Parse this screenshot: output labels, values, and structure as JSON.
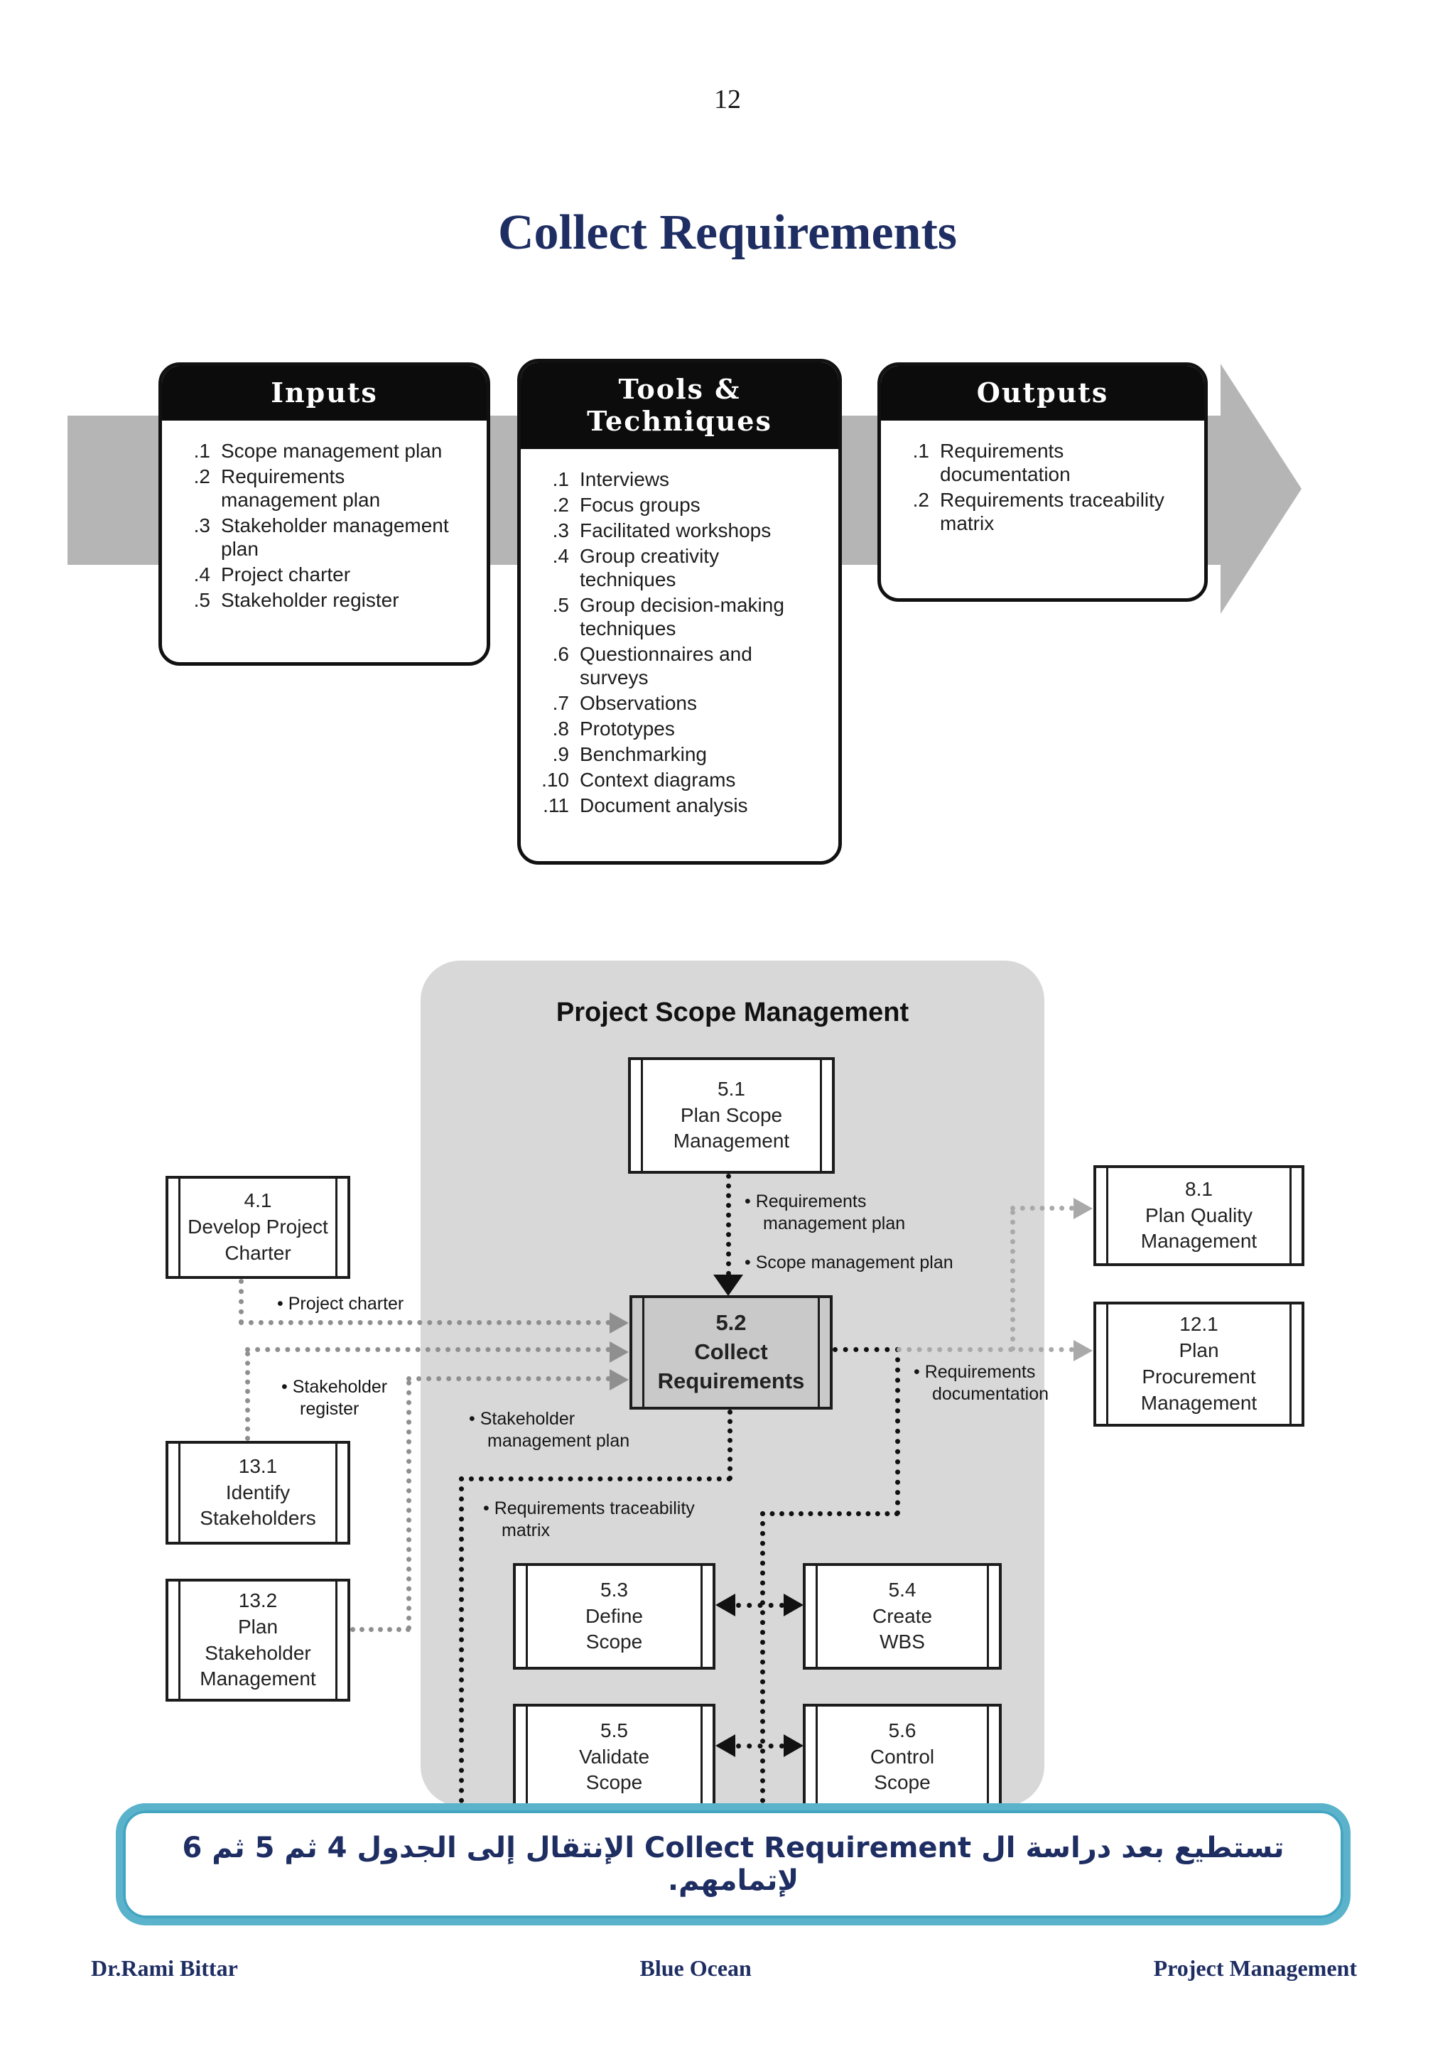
{
  "page": {
    "number": "12",
    "title": "Collect Requirements"
  },
  "ito": {
    "inputs": {
      "header": "Inputs",
      "items": [
        {
          "n": ".1",
          "t": "Scope management plan"
        },
        {
          "n": ".2",
          "t": "Requirements\nmanagement plan"
        },
        {
          "n": ".3",
          "t": "Stakeholder management\nplan"
        },
        {
          "n": ".4",
          "t": "Project charter"
        },
        {
          "n": ".5",
          "t": "Stakeholder register"
        }
      ]
    },
    "tools": {
      "header": "Tools & Techniques",
      "items": [
        {
          "n": ".1",
          "t": "Interviews"
        },
        {
          "n": ".2",
          "t": "Focus groups"
        },
        {
          "n": ".3",
          "t": "Facilitated workshops"
        },
        {
          "n": ".4",
          "t": "Group creativity\ntechniques"
        },
        {
          "n": ".5",
          "t": "Group decision-making\ntechniques"
        },
        {
          "n": ".6",
          "t": "Questionnaires and\nsurveys"
        },
        {
          "n": ".7",
          "t": "Observations"
        },
        {
          "n": ".8",
          "t": "Prototypes"
        },
        {
          "n": ".9",
          "t": "Benchmarking"
        },
        {
          "n": ".10",
          "t": "Context diagrams"
        },
        {
          "n": ".11",
          "t": "Document analysis"
        }
      ]
    },
    "outputs": {
      "header": "Outputs",
      "items": [
        {
          "n": ".1",
          "t": "Requirements\ndocumentation"
        },
        {
          "n": ".2",
          "t": "Requirements traceability\nmatrix"
        }
      ]
    }
  },
  "flow": {
    "title": "Project Scope Management",
    "nodes": {
      "n51": "5.1\nPlan Scope\nManagement",
      "n41": "4.1\nDevelop Project\nCharter",
      "n81": "8.1\nPlan Quality\nManagement",
      "n121": "12.1\nPlan\nProcurement\nManagement",
      "n52": "5.2\nCollect\nRequirements",
      "n131": "13.1\nIdentify\nStakeholders",
      "n132": "13.2\nPlan\nStakeholder\nManagement",
      "n53": "5.3\nDefine\nScope",
      "n54": "5.4\nCreate\nWBS",
      "n55": "5.5\nValidate\nScope",
      "n56": "5.6\nControl\nScope"
    },
    "labels": {
      "req_mgmt_plan": "• Requirements\nmanagement plan",
      "scope_mgmt_plan": "• Scope management plan",
      "project_charter": "• Project charter",
      "stakeholder_register": "• Stakeholder\nregister",
      "stakeholder_mgmt_plan": "• Stakeholder\nmanagement plan",
      "req_documentation": "• Requirements\ndocumentation",
      "req_trace_matrix": "• Requirements traceability\nmatrix"
    }
  },
  "note": {
    "text": "تستطيع بعد دراسة ال Collect Requirement الإنتقال إلى الجدول 4 ثم 5 ثم 6 لإتمامهم."
  },
  "footer": {
    "left": "Dr.Rami Bittar",
    "center": "Blue Ocean",
    "right": "Project Management"
  },
  "colors": {
    "navy_text": "#1e2e63",
    "teal_border": "#4bacc6",
    "band_gray": "#b5b5b5",
    "diagram_gray": "#d8d8d8",
    "process_fill_gray": "#c9c9c9"
  }
}
